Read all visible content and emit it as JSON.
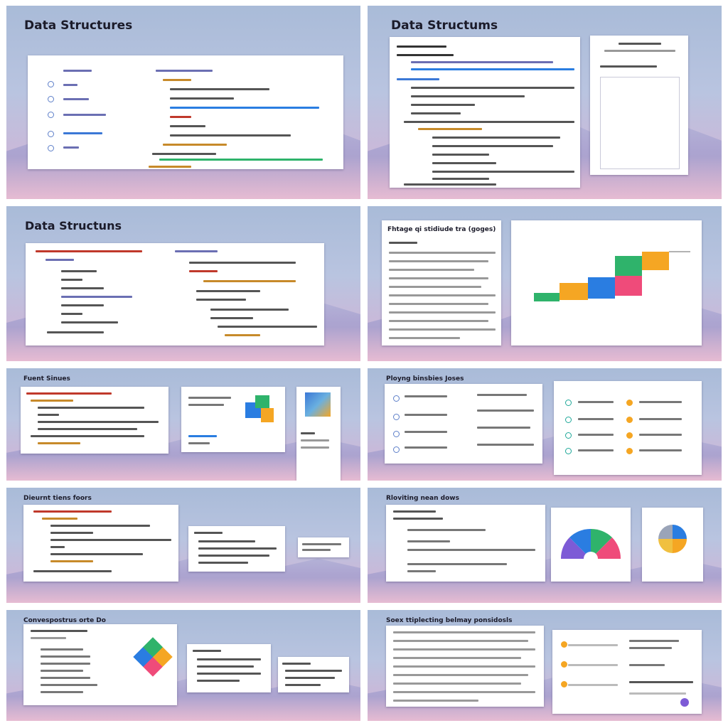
{
  "slides": [
    {
      "title": "Data Structures"
    },
    {
      "title": "Data Structums"
    },
    {
      "title": "Data Structuns"
    },
    {
      "title": "Fhtage qi stidiude tra (goges)"
    },
    {
      "title": "Fuent Sinues"
    },
    {
      "title": "Ployng binsbies Joses"
    },
    {
      "title": "Dieurnt tiens foors"
    },
    {
      "title": "Rloviting nean dows"
    },
    {
      "title": "Convespostrus orte Do"
    },
    {
      "title": "Soex ttiplecting belmay ponsidosls"
    }
  ],
  "colors": {
    "orange": "#f5a623",
    "green": "#2fb36b",
    "blue": "#2a7de1",
    "pink": "#ef4b7a",
    "teal": "#1fa899",
    "purple": "#7d5bd6"
  }
}
